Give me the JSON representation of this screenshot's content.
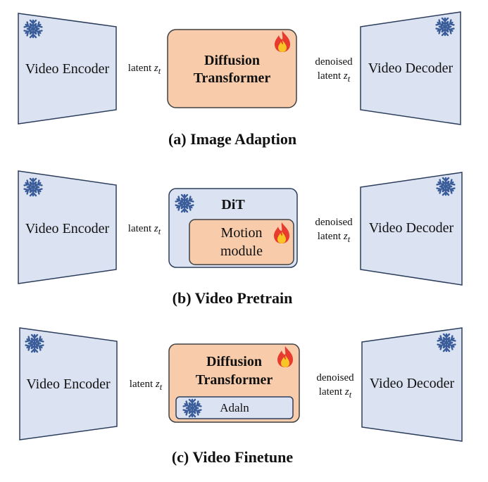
{
  "panels": [
    {
      "caption": "(a) Image Adaption",
      "encoder_label": "Video Encoder",
      "latent_label": "latent",
      "latent_var": "z",
      "latent_sub": "t",
      "transformer": {
        "line1": "Diffusion",
        "line2": "Transformer",
        "state": "trainable"
      },
      "denoised_label": "denoised",
      "decoder_label": "Video Decoder"
    },
    {
      "caption": "(b) Video Pretrain",
      "encoder_label": "Video Encoder",
      "latent_label": "latent",
      "latent_var": "z",
      "latent_sub": "t",
      "dit": {
        "title": "DiT",
        "state": "frozen",
        "module_line1": "Motion",
        "module_line2": "module",
        "module_state": "trainable"
      },
      "denoised_label": "denoised",
      "decoder_label": "Video Decoder"
    },
    {
      "caption": "(c) Video Finetune",
      "encoder_label": "Video Encoder",
      "latent_label": "latent",
      "latent_var": "z",
      "latent_sub": "t",
      "transformer": {
        "line1": "Diffusion",
        "line2": "Transformer",
        "state": "trainable",
        "sub_label": "Adaln",
        "sub_state": "frozen"
      },
      "denoised_label": "denoised",
      "decoder_label": "Video Decoder"
    }
  ],
  "icons": {
    "frozen": "snowflake-icon",
    "trainable": "fire-icon"
  },
  "colors": {
    "encoder_fill": "#dbe3f3",
    "encoder_stroke": "#2d3e5c",
    "transformer_fill": "#f8ccaa",
    "transformer_stroke": "#404040",
    "snowflake": "#3a5d9a",
    "flame_outer": "#e63b2e",
    "flame_inner": "#f7c526"
  }
}
